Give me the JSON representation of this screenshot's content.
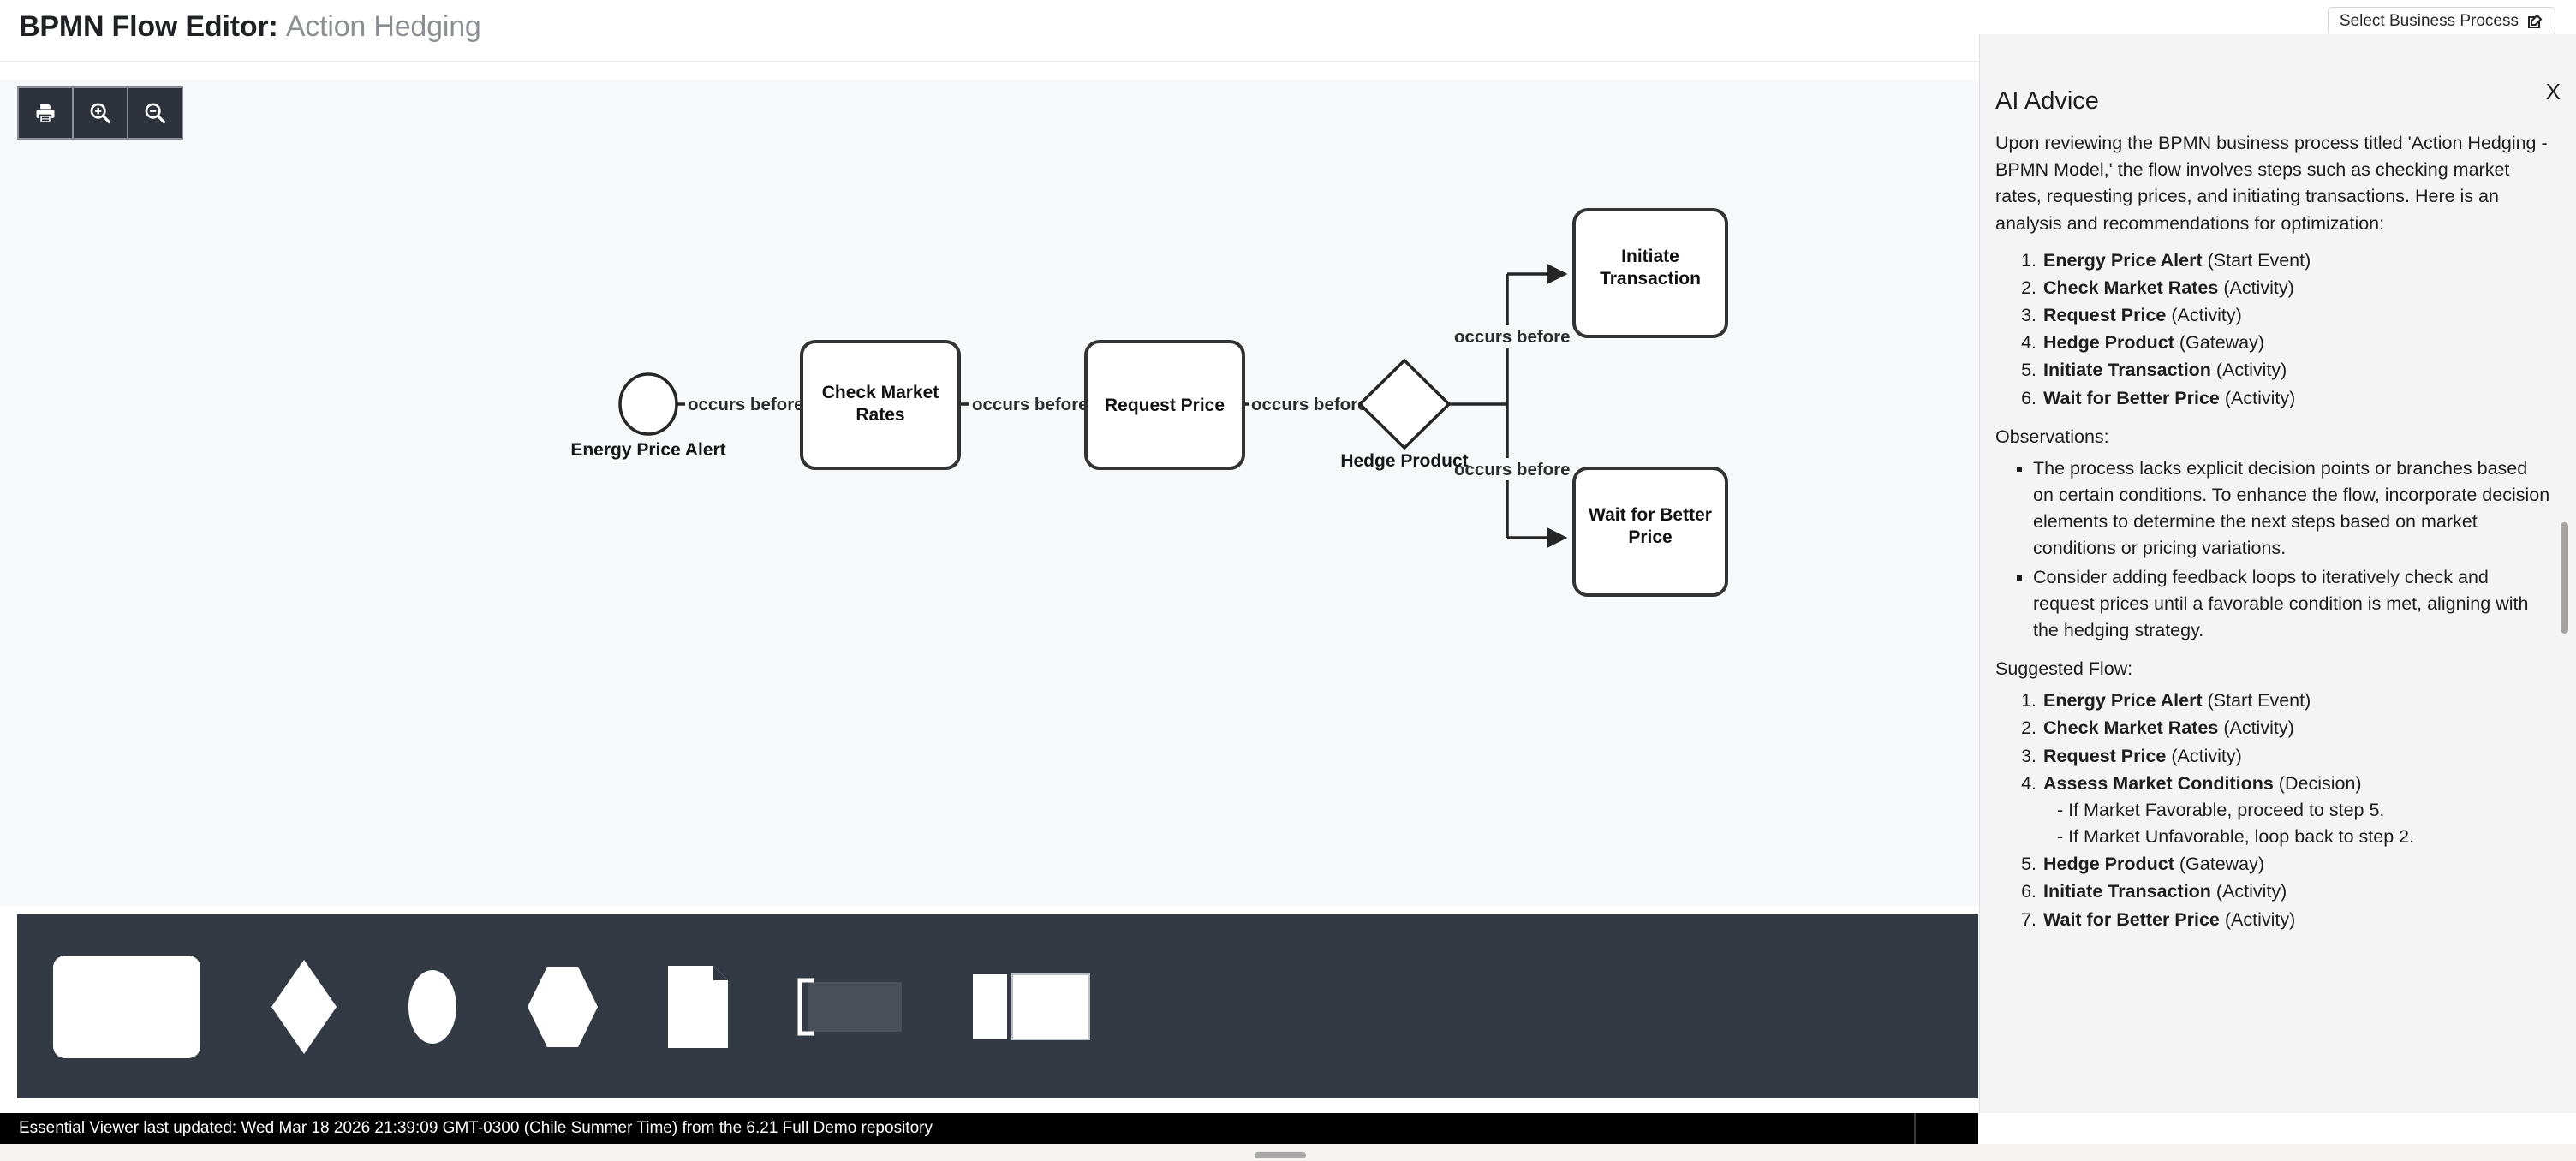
{
  "header": {
    "title_prefix": "BPMN Flow Editor:",
    "object_name": "Action Hedging",
    "select_business_process_label": "Select Business Process",
    "edit_icon": "edit-square-icon"
  },
  "toolbar": {
    "buttons": [
      {
        "name": "print-button",
        "icon": "printer-icon",
        "title": "Print"
      },
      {
        "name": "zoom-in-button",
        "icon": "magnifier-plus-icon",
        "title": "Zoom In"
      },
      {
        "name": "zoom-out-button",
        "icon": "magnifier-minus-icon",
        "title": "Zoom Out"
      }
    ]
  },
  "diagram": {
    "type": "bpmn-flow",
    "nodes": [
      {
        "id": "start",
        "label": "Energy Price Alert",
        "shape": "start-event-circle",
        "label_position": "below"
      },
      {
        "id": "check",
        "label": "Check Market Rates",
        "shape": "activity-rounded-rect"
      },
      {
        "id": "request",
        "label": "Request Price",
        "shape": "activity-rounded-rect"
      },
      {
        "id": "gateway",
        "label": "Hedge Product",
        "shape": "gateway-diamond",
        "label_position": "below"
      },
      {
        "id": "initiate",
        "label": "Initiate Transaction",
        "shape": "activity-rounded-rect"
      },
      {
        "id": "wait",
        "label": "Wait for Better Price",
        "shape": "activity-rounded-rect"
      }
    ],
    "edges": [
      {
        "from": "start",
        "to": "check",
        "label": "occurs before"
      },
      {
        "from": "check",
        "to": "request",
        "label": "occurs before"
      },
      {
        "from": "request",
        "to": "gateway",
        "label": "occurs before"
      },
      {
        "from": "gateway",
        "to": "initiate",
        "label": "occurs before"
      },
      {
        "from": "gateway",
        "to": "wait",
        "label": "occurs before"
      }
    ]
  },
  "palette": {
    "items": [
      {
        "name": "palette-activity",
        "shape": "rounded-rectangle"
      },
      {
        "name": "palette-gateway",
        "shape": "diamond"
      },
      {
        "name": "palette-event",
        "shape": "circle"
      },
      {
        "name": "palette-hexagon",
        "shape": "hexagon"
      },
      {
        "name": "palette-data-object",
        "shape": "document"
      },
      {
        "name": "palette-group",
        "shape": "bracket-group"
      },
      {
        "name": "palette-pool",
        "shape": "pool-lane"
      }
    ]
  },
  "status_bar": {
    "text": "Essential Viewer last updated: Wed Mar 18 2026 21:39:09 GMT-0300 (Chile Summer Time) from the 6.21 Full Demo repository"
  },
  "ai_panel": {
    "title": "AI Advice",
    "close_label": "X",
    "intro": "Upon reviewing the BPMN business process titled 'Action Hedging - BPMN Model,' the flow involves steps such as checking market rates, requesting prices, and initiating transactions. Here is an analysis and recommendations for optimization:",
    "current_flow": [
      {
        "bold": "Energy Price Alert",
        "rest": " (Start Event)"
      },
      {
        "bold": "Check Market Rates",
        "rest": " (Activity)"
      },
      {
        "bold": "Request Price",
        "rest": " (Activity)"
      },
      {
        "bold": "Hedge Product",
        "rest": " (Gateway)"
      },
      {
        "bold": "Initiate Transaction",
        "rest": " (Activity)"
      },
      {
        "bold": "Wait for Better Price",
        "rest": " (Activity)"
      }
    ],
    "observations_label": "Observations:",
    "observations": [
      "The process lacks explicit decision points or branches based on certain conditions. To enhance the flow, incorporate decision elements to determine the next steps based on market conditions or pricing variations.",
      "Consider adding feedback loops to iteratively check and request prices until a favorable condition is met, aligning with the hedging strategy."
    ],
    "suggested_flow_label": "Suggested Flow:",
    "suggested_flow": [
      {
        "bold": "Energy Price Alert",
        "rest": " (Start Event)",
        "sub": []
      },
      {
        "bold": "Check Market Rates",
        "rest": " (Activity)",
        "sub": []
      },
      {
        "bold": "Request Price",
        "rest": " (Activity)",
        "sub": []
      },
      {
        "bold": "Assess Market Conditions",
        "rest": " (Decision)",
        "sub": [
          "- If Market Favorable, proceed to step 5.",
          "- If Market Unfavorable, loop back to step 2."
        ]
      },
      {
        "bold": "Hedge Product",
        "rest": " (Gateway)",
        "sub": []
      },
      {
        "bold": "Initiate Transaction",
        "rest": " (Activity)",
        "sub": []
      },
      {
        "bold": "Wait for Better Price",
        "rest": " (Activity)",
        "sub": []
      }
    ]
  },
  "colors": {
    "canvas_bg": "#f6f8fa",
    "palette_bg": "#343a44",
    "toolbar_btn": "#2d323b",
    "status_bg": "#000000",
    "panel_bg": "#f4f4f4",
    "node_stroke": "#333333"
  }
}
